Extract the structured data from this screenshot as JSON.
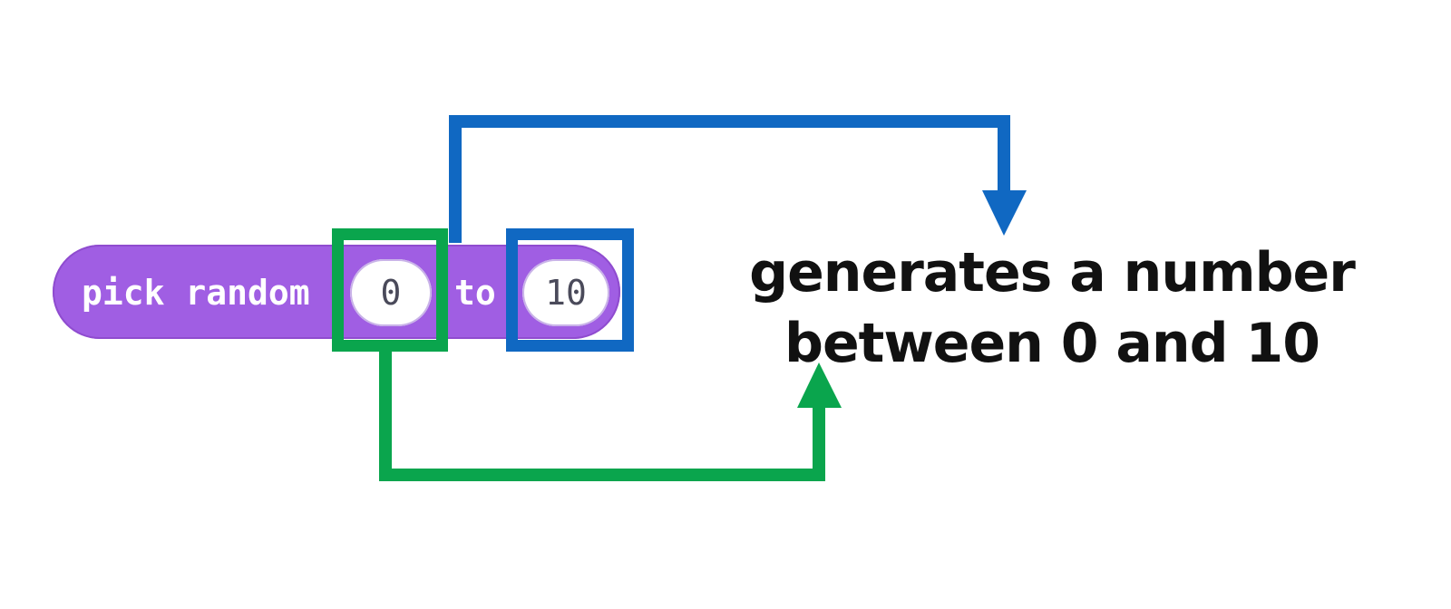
{
  "block": {
    "label_start": "pick random",
    "label_middle": "to",
    "min_value": "0",
    "max_value": "10",
    "color": "#a05ee3"
  },
  "highlights": {
    "min_color": "#0aa54d",
    "max_color": "#1068c2"
  },
  "caption": {
    "line1": "generates a number",
    "line2": "between 0 and 10"
  }
}
